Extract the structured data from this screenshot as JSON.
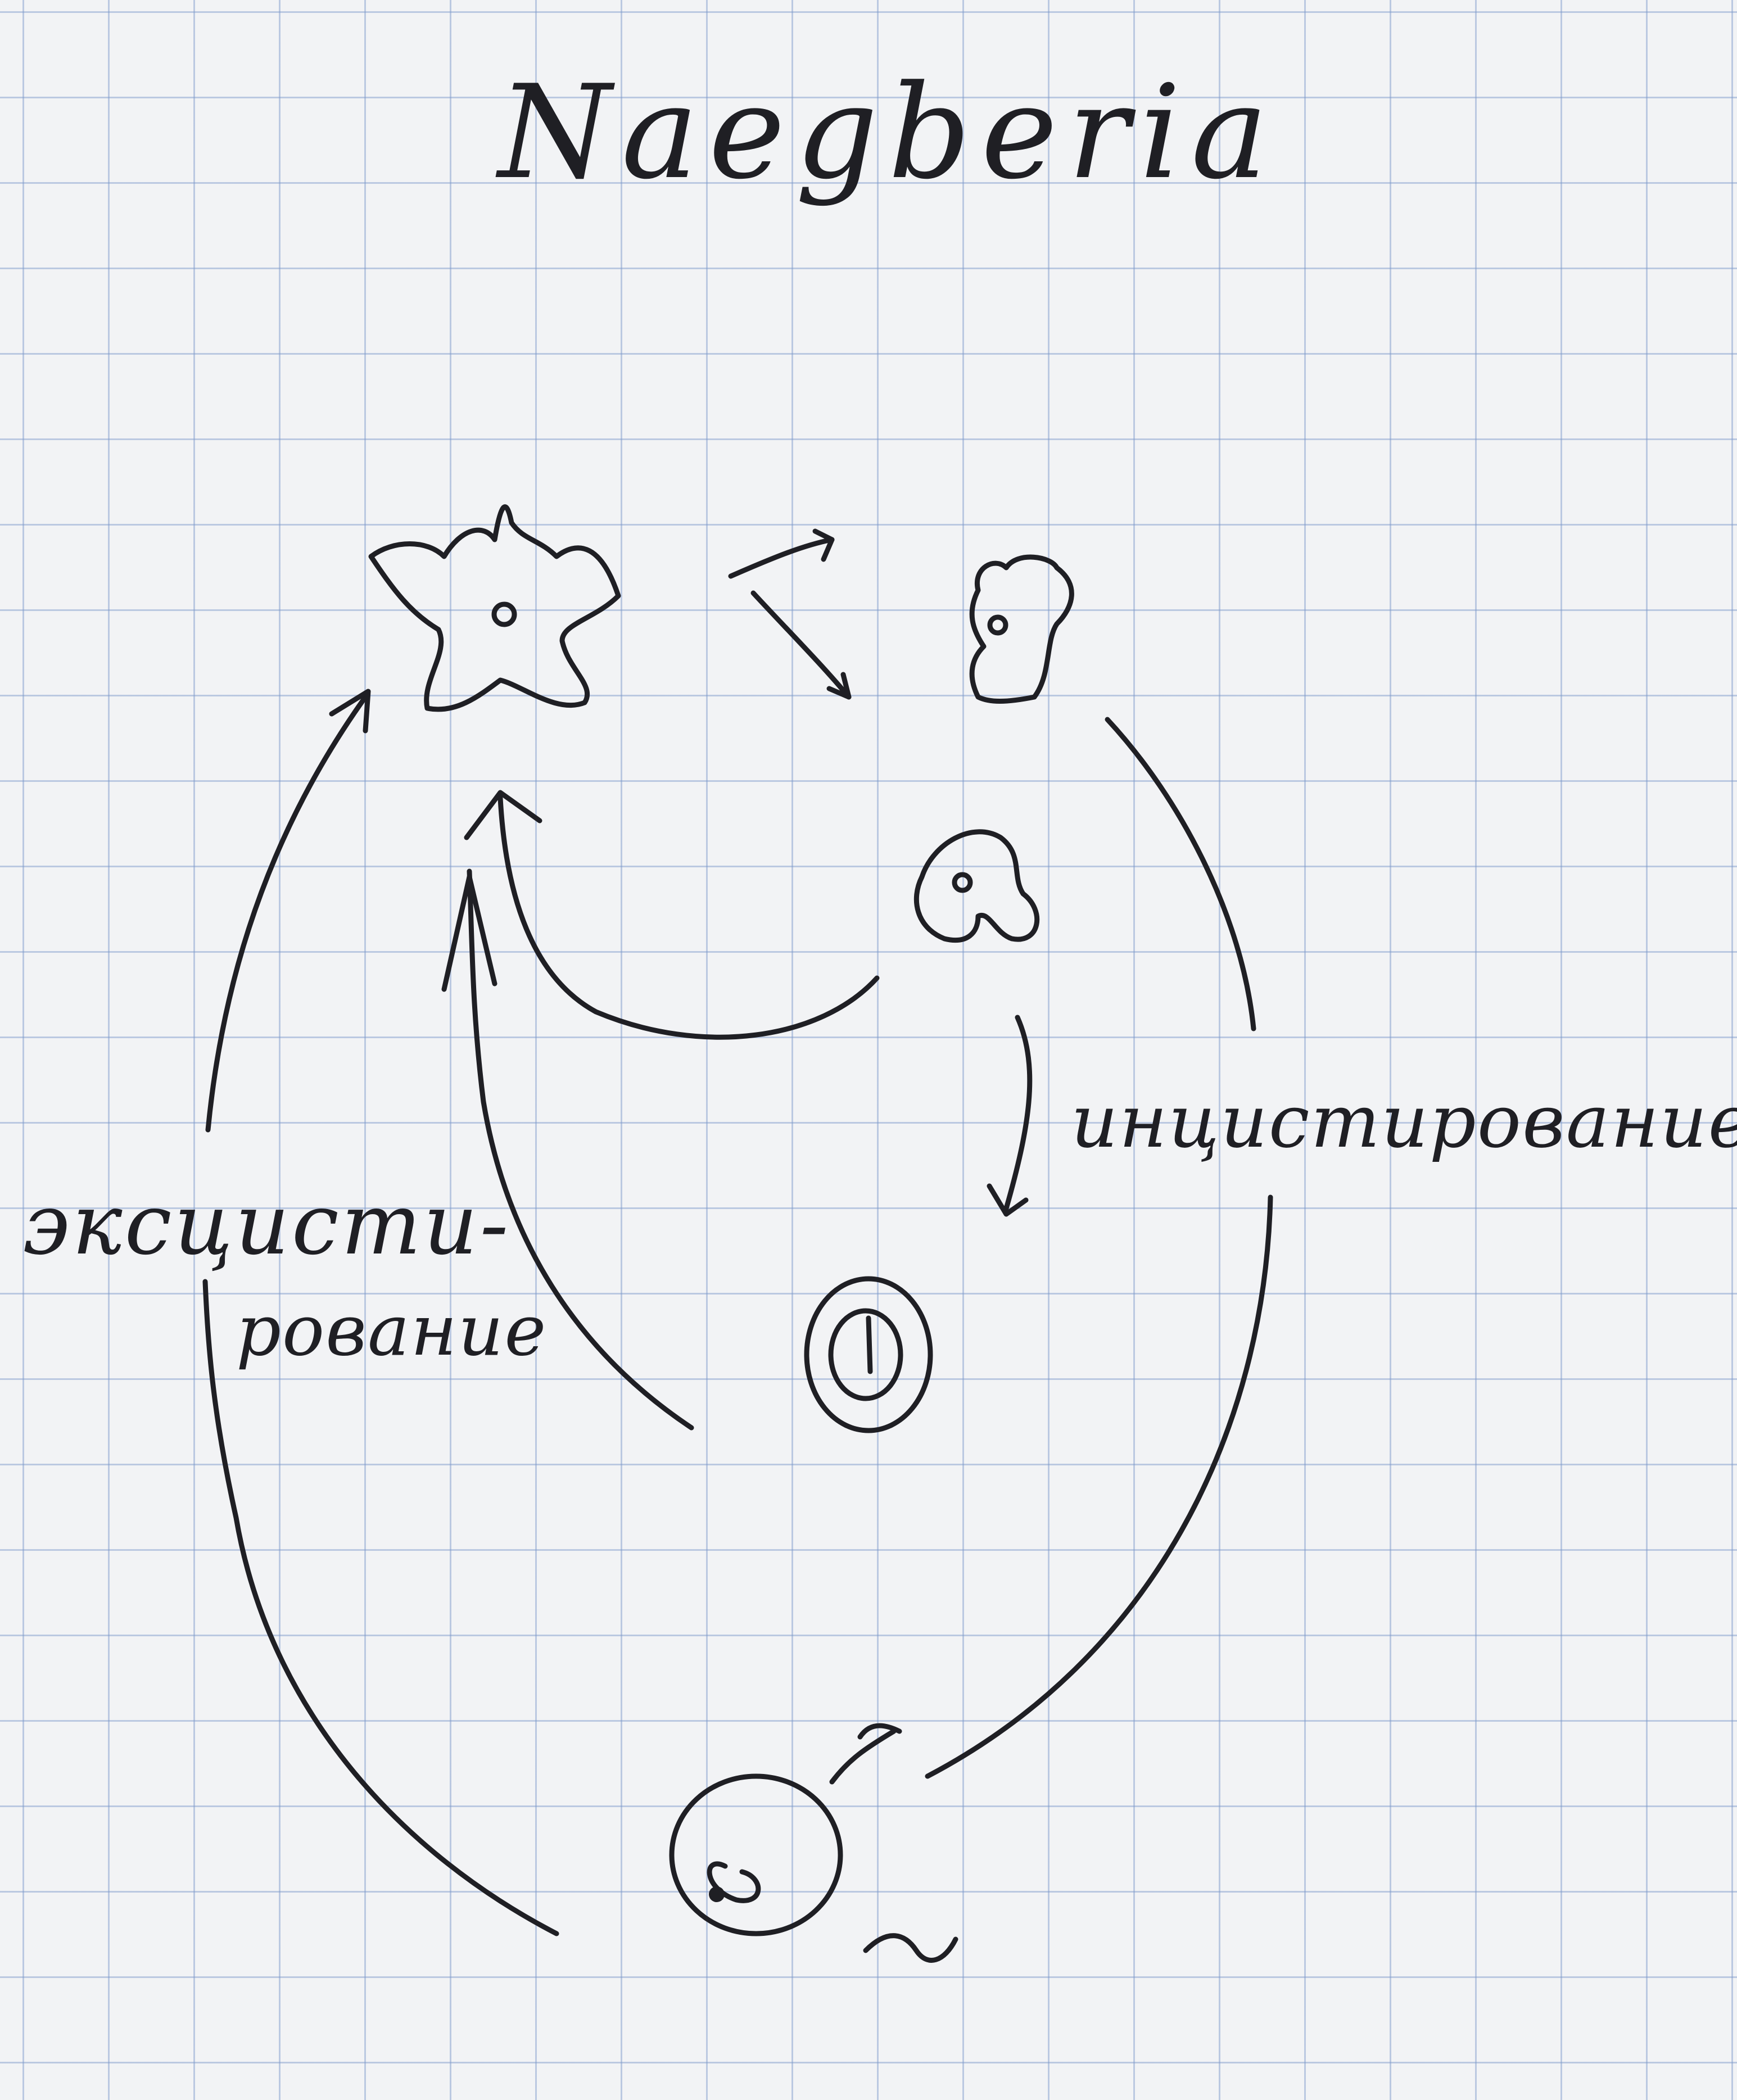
{
  "title": "Naegberia",
  "labels": {
    "left_line1": "эксцисти-",
    "left_line2": "рование",
    "right": "инцистирование"
  },
  "stages": [
    {
      "name": "amoeboid-cell"
    },
    {
      "name": "dividing-cell"
    },
    {
      "name": "rounded-cell"
    },
    {
      "name": "small-cyst"
    },
    {
      "name": "large-cyst"
    }
  ],
  "colors": {
    "ink": "#1f1f24",
    "grid": "#8aa2cc",
    "paper": "#f2f3f5"
  }
}
